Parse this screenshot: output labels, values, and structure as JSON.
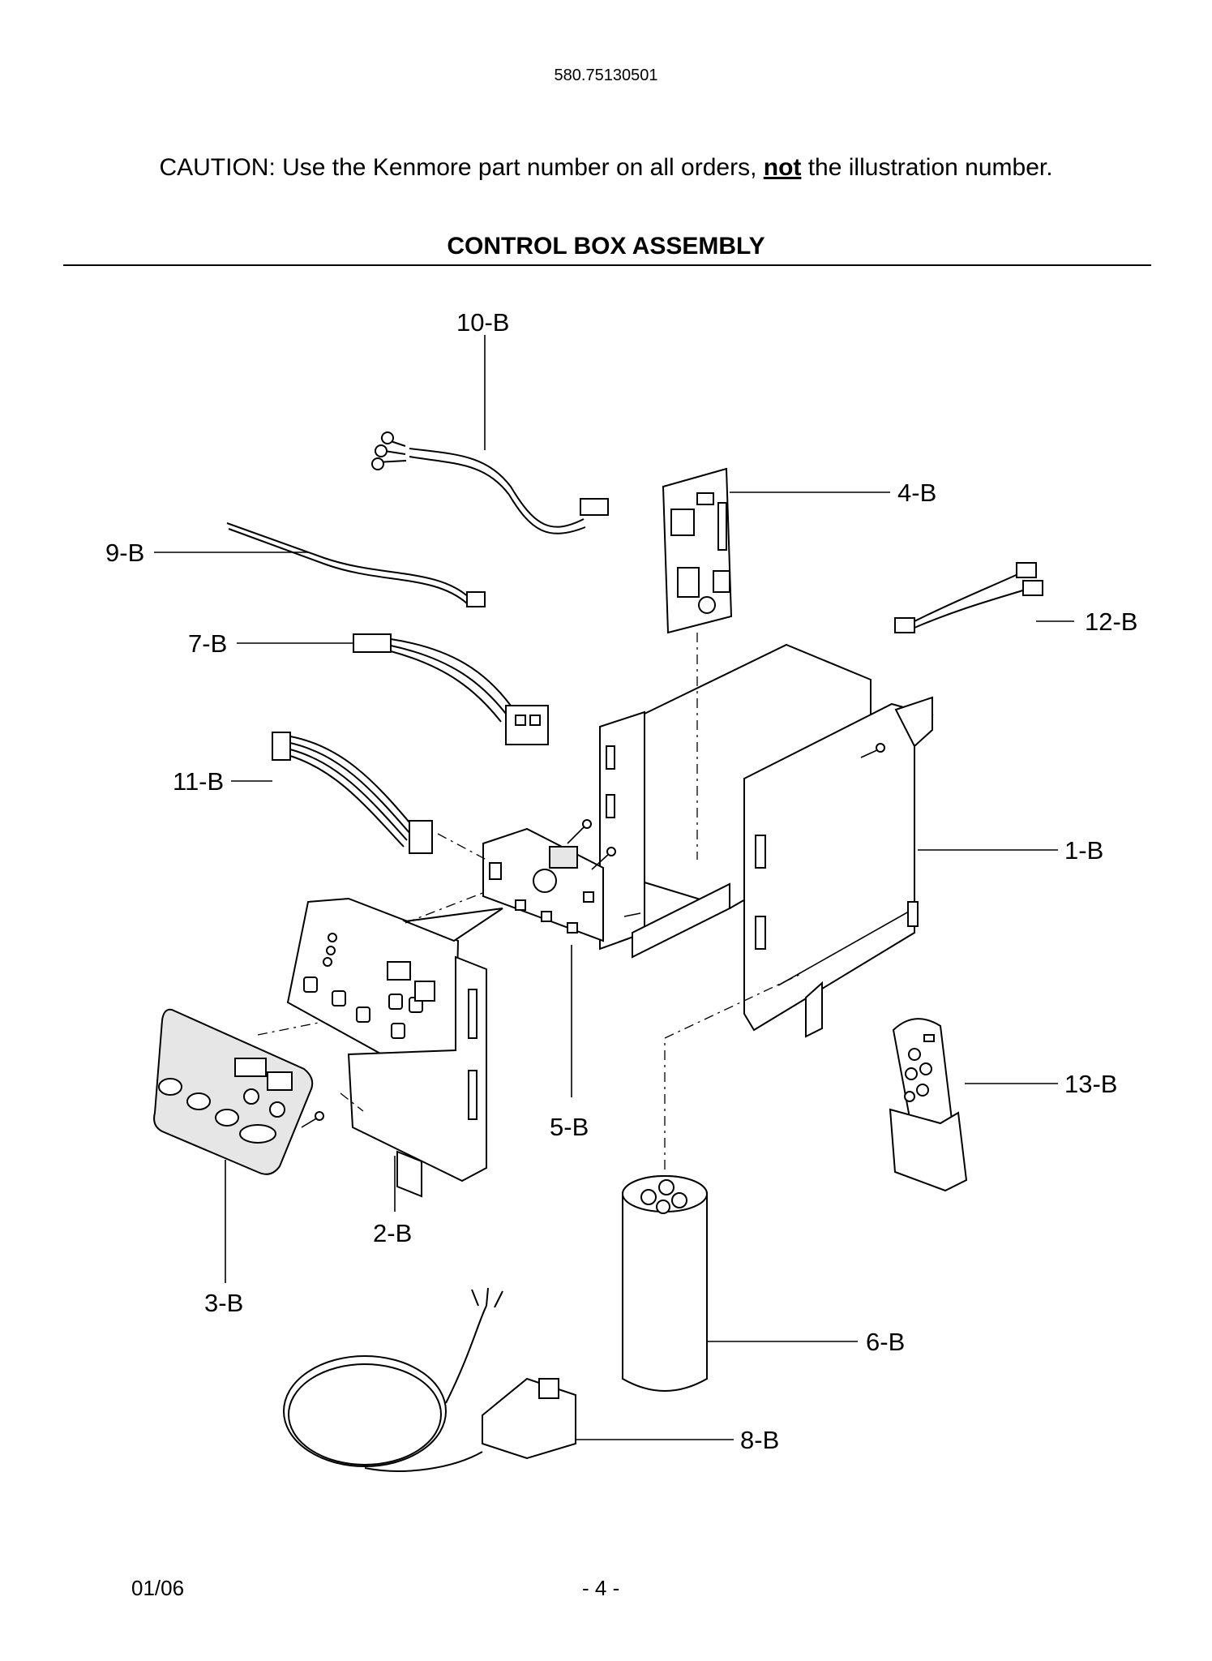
{
  "header": {
    "model_number": "580.75130501",
    "caution_prefix": "CAUTION: Use the Kenmore part number on all orders, ",
    "caution_emphasis": "not",
    "caution_suffix": " the illustration number.",
    "section_title": "CONTROL BOX ASSEMBLY"
  },
  "callouts": {
    "c10": "10-B",
    "c4": "4-B",
    "c9": "9-B",
    "c12": "12-B",
    "c7": "7-B",
    "c11": "11-B",
    "c1": "1-B",
    "c13": "13-B",
    "c5": "5-B",
    "c2": "2-B",
    "c3": "3-B",
    "c6": "6-B",
    "c8": "8-B"
  },
  "footer": {
    "date": "01/06",
    "page": "- 4 -"
  }
}
